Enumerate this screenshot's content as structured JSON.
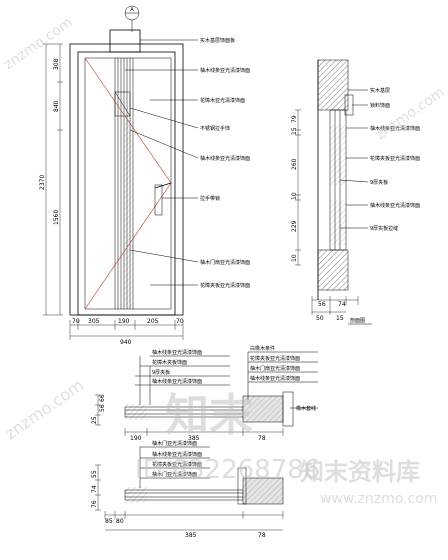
{
  "section_marker": {
    "top": "A",
    "bottom": "-"
  },
  "front_view": {
    "labels": [
      "实木基层饰面板",
      "柚木线条亚光清漆饰面",
      "花樟木亚光清漆饰面",
      "不锈钢拉手饰",
      "柚木线条亚光清漆饰面",
      "拉手带锁",
      "柚木门扇亚光清漆饰面",
      "花樟夹板亚光清漆饰面"
    ],
    "vertical_dims": [
      "308",
      "840",
      "2370",
      "1560"
    ],
    "horizontal_dims": [
      "70",
      "305",
      "190",
      "205",
      "70"
    ],
    "total_width": "940"
  },
  "side_section": {
    "labels": [
      "实木基层",
      "锁料饰面",
      "柚木线条亚光清漆饰面",
      "花樟夹板亚光清漆饰面",
      "9厚夹板",
      "柚木线条亚光清漆饰面",
      "9厚实板拉缝"
    ],
    "vertical_dims": [
      "79",
      "15",
      "260",
      "10",
      "229",
      "10"
    ],
    "horizontal_dims": [
      "56",
      "74",
      "50",
      "15"
    ],
    "title": "剖面图"
  },
  "plan_a": {
    "labels": [
      "柚木线条亚光清漆饰面",
      "花樟木夹板饰面",
      "9厚夹板",
      "柚木线条亚光清漆饰面",
      "白橡木条件",
      "花樟夹板亚光清漆饰面",
      "柚木门扇亚光清漆饰面",
      "柚木线条亚光清漆饰面",
      "橡木套线"
    ],
    "dims_left": [
      "25",
      "56",
      "66"
    ],
    "dims_bottom": [
      "190",
      "385",
      "78"
    ]
  },
  "plan_b": {
    "labels": [
      "柚木门亚光清漆饰面",
      "柚木线条亚光清漆饰面",
      "花樟夹板亚光清漆饰面",
      "柚木门亚光清漆饰面"
    ],
    "dims_left": [
      "55",
      "74",
      "76"
    ],
    "dims_bottom": [
      "85",
      "80",
      "385",
      "78"
    ]
  },
  "watermarks": {
    "brand": "知末",
    "id": "ID:832268786",
    "site_cn": "知末资料库",
    "site_url": "www.znzmo.com",
    "diag": "znzmo.com"
  }
}
